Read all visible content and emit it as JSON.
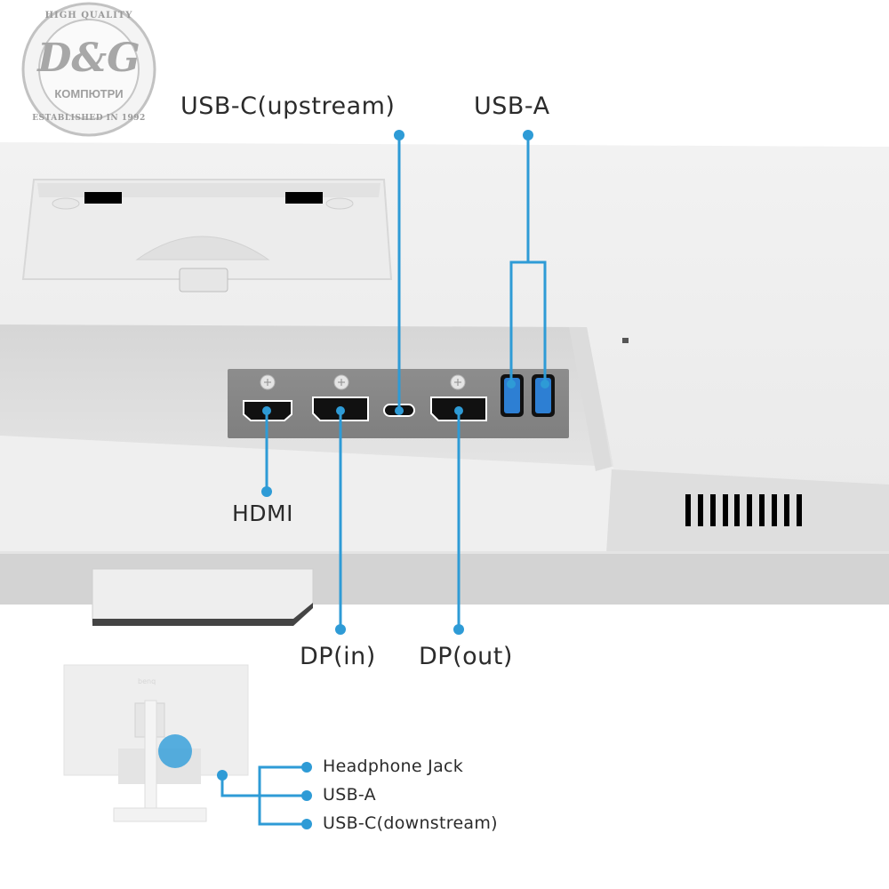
{
  "watermark": {
    "brand": "D&G",
    "top_text": "HIGH QUALITY",
    "sub_text": "КОМПЮТРИ",
    "bottom_text": "ESTABLISHED IN 1992"
  },
  "accent_color": "#2e9bd6",
  "ports": {
    "usb_c_upstream": "USB-C(upstream)",
    "usb_a_top": "USB-A",
    "hdmi": "HDMI",
    "dp_in": "DP(in)",
    "dp_out": "DP(out)"
  },
  "inset": {
    "monitor_logo": "benq",
    "side_ports": [
      {
        "label": "Headphone Jack"
      },
      {
        "label": "USB-A"
      },
      {
        "label": "USB-C(downstream)"
      }
    ]
  }
}
